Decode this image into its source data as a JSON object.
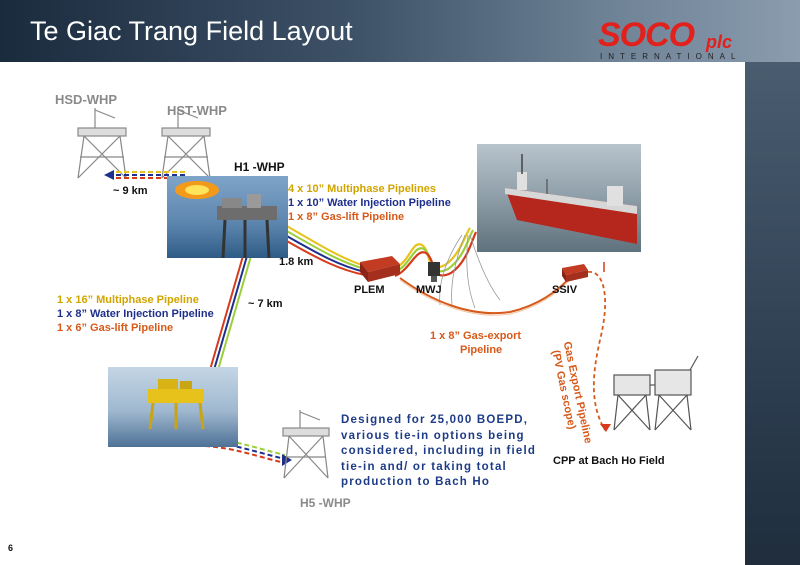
{
  "title": "Te Giac Trang Field Layout",
  "logo": {
    "main": "SOCO",
    "suffix": "plc",
    "sub": "INTERNATIONAL"
  },
  "platforms": {
    "hsd": "HSD-WHP",
    "hst": "HST-WHP",
    "h1": "H1 -WHP",
    "h5": "H5 -WHP",
    "cpp": "CPP at Bach Ho Field"
  },
  "distances": {
    "hsd_h1": "~ 9 km",
    "h1_plem": "1.8 km",
    "h1_h5": "~ 7 km"
  },
  "equipment": {
    "plem": "PLEM",
    "mwj": "MWJ",
    "ssiv": "SSIV"
  },
  "h1_pipelines": [
    "4 x 10” Multiphase Pipelines",
    "1 x 10” Water Injection Pipeline",
    "1 x 8” Gas-lift Pipeline"
  ],
  "h5_pipelines": [
    "1 x 16” Multiphase Pipeline",
    "1 x 8” Water Injection Pipeline",
    "1 x 6” Gas-lift Pipeline"
  ],
  "gas_export": {
    "line1": "1 x 8” Gas-export",
    "line2": "Pipeline"
  },
  "gas_export_vertical": {
    "line1": "Gas Export Pipeline",
    "line2": "(PV Gas scope)"
  },
  "note": "Designed for 25,000 BOEPD, various tie-in options being considered, including in field tie-in and/ or taking total production to Bach Ho",
  "page_number": "6",
  "colors": {
    "multiphase": "#e8c21a",
    "water": "#1e2f8c",
    "gaslift": "#d63a1a",
    "header": "#2b3d52",
    "brand": "#e2201c"
  }
}
